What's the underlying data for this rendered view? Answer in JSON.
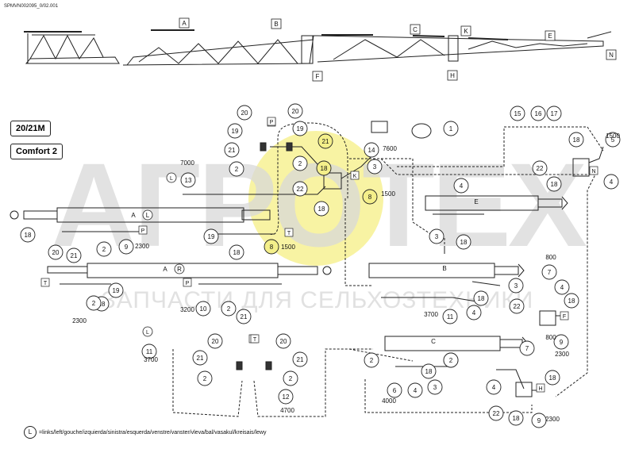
{
  "header_code": "SPMVN002095_0/02.001",
  "model": "20/21M",
  "variant": "Comfort 2",
  "watermark": {
    "logo_text": "АГРОТЕХ",
    "subtitle": "ЗАПЧАСТИ ДЛЯ СЕЛЬХОЗТЕХНИКИ"
  },
  "legend": {
    "symbol": "L",
    "text": "=links/left/gouche/izquierda/sinistra/esquerda/venstre/vanster/vleva/bal/vasakul/kreisais/lewy"
  },
  "colors": {
    "line": "#222222",
    "callout_highlight": "#f4ef8a",
    "watermark_gray": "#d9d9d9",
    "watermark_yellow": "#f6f08c"
  },
  "boom_section_tags": [
    {
      "id": "A",
      "label": "A"
    },
    {
      "id": "B",
      "label": "B"
    },
    {
      "id": "C",
      "label": "C"
    },
    {
      "id": "K",
      "label": "K"
    },
    {
      "id": "E",
      "label": "E"
    },
    {
      "id": "N",
      "label": "N"
    },
    {
      "id": "F",
      "label": "F"
    },
    {
      "id": "H",
      "label": "H"
    }
  ],
  "callouts": [
    {
      "n": "20"
    },
    {
      "n": "20"
    },
    {
      "n": "19"
    },
    {
      "n": "19"
    },
    {
      "n": "21"
    },
    {
      "n": "21"
    },
    {
      "n": "2"
    },
    {
      "n": "2"
    },
    {
      "n": "1"
    },
    {
      "n": "14"
    },
    {
      "n": "3"
    },
    {
      "n": "18"
    },
    {
      "n": "22"
    },
    {
      "n": "8"
    },
    {
      "n": "18"
    },
    {
      "n": "13"
    },
    {
      "n": "15"
    },
    {
      "n": "16"
    },
    {
      "n": "17"
    },
    {
      "n": "18"
    },
    {
      "n": "5"
    },
    {
      "n": "22"
    },
    {
      "n": "18"
    },
    {
      "n": "4"
    },
    {
      "n": "4"
    },
    {
      "n": "3"
    },
    {
      "n": "18"
    },
    {
      "n": "18"
    },
    {
      "n": "20"
    },
    {
      "n": "21"
    },
    {
      "n": "2"
    },
    {
      "n": "9"
    },
    {
      "n": "19"
    },
    {
      "n": "18"
    },
    {
      "n": "8"
    },
    {
      "n": "19"
    },
    {
      "n": "10"
    },
    {
      "n": "2"
    },
    {
      "n": "21"
    },
    {
      "n": "18"
    },
    {
      "n": "7"
    },
    {
      "n": "4"
    },
    {
      "n": "3"
    },
    {
      "n": "22"
    },
    {
      "n": "18"
    },
    {
      "n": "11"
    },
    {
      "n": "4"
    },
    {
      "n": "18"
    },
    {
      "n": "2"
    },
    {
      "n": "9"
    },
    {
      "n": "11"
    },
    {
      "n": "20"
    },
    {
      "n": "21"
    },
    {
      "n": "2"
    },
    {
      "n": "20"
    },
    {
      "n": "21"
    },
    {
      "n": "2"
    },
    {
      "n": "12"
    },
    {
      "n": "7"
    },
    {
      "n": "2"
    },
    {
      "n": "2"
    },
    {
      "n": "3"
    },
    {
      "n": "18"
    },
    {
      "n": "6"
    },
    {
      "n": "4"
    },
    {
      "n": "2"
    },
    {
      "n": "4"
    },
    {
      "n": "22"
    },
    {
      "n": "18"
    },
    {
      "n": "9"
    },
    {
      "n": "18"
    }
  ],
  "hose_lengths": [
    {
      "v": "7000"
    },
    {
      "v": "7600"
    },
    {
      "v": "1500"
    },
    {
      "v": "1500"
    },
    {
      "v": "2300"
    },
    {
      "v": "1500"
    },
    {
      "v": "800"
    },
    {
      "v": "3200"
    },
    {
      "v": "2300"
    },
    {
      "v": "3700"
    },
    {
      "v": "2300"
    },
    {
      "v": "800"
    },
    {
      "v": "3700"
    },
    {
      "v": "4700"
    },
    {
      "v": "4000"
    },
    {
      "v": "2300"
    }
  ],
  "cylinder_tags": [
    {
      "v": "A"
    },
    {
      "v": "L"
    },
    {
      "v": "A"
    },
    {
      "v": "R"
    },
    {
      "v": "E"
    },
    {
      "v": "B"
    },
    {
      "v": "C"
    }
  ],
  "connector_tags": [
    {
      "v": "P"
    },
    {
      "v": "T"
    },
    {
      "v": "P"
    },
    {
      "v": "T"
    },
    {
      "v": "T"
    },
    {
      "v": "P"
    },
    {
      "v": "K"
    },
    {
      "v": "N"
    },
    {
      "v": "F"
    },
    {
      "v": "H"
    },
    {
      "v": "L"
    },
    {
      "v": "P"
    },
    {
      "v": "L"
    },
    {
      "v": "T"
    }
  ]
}
